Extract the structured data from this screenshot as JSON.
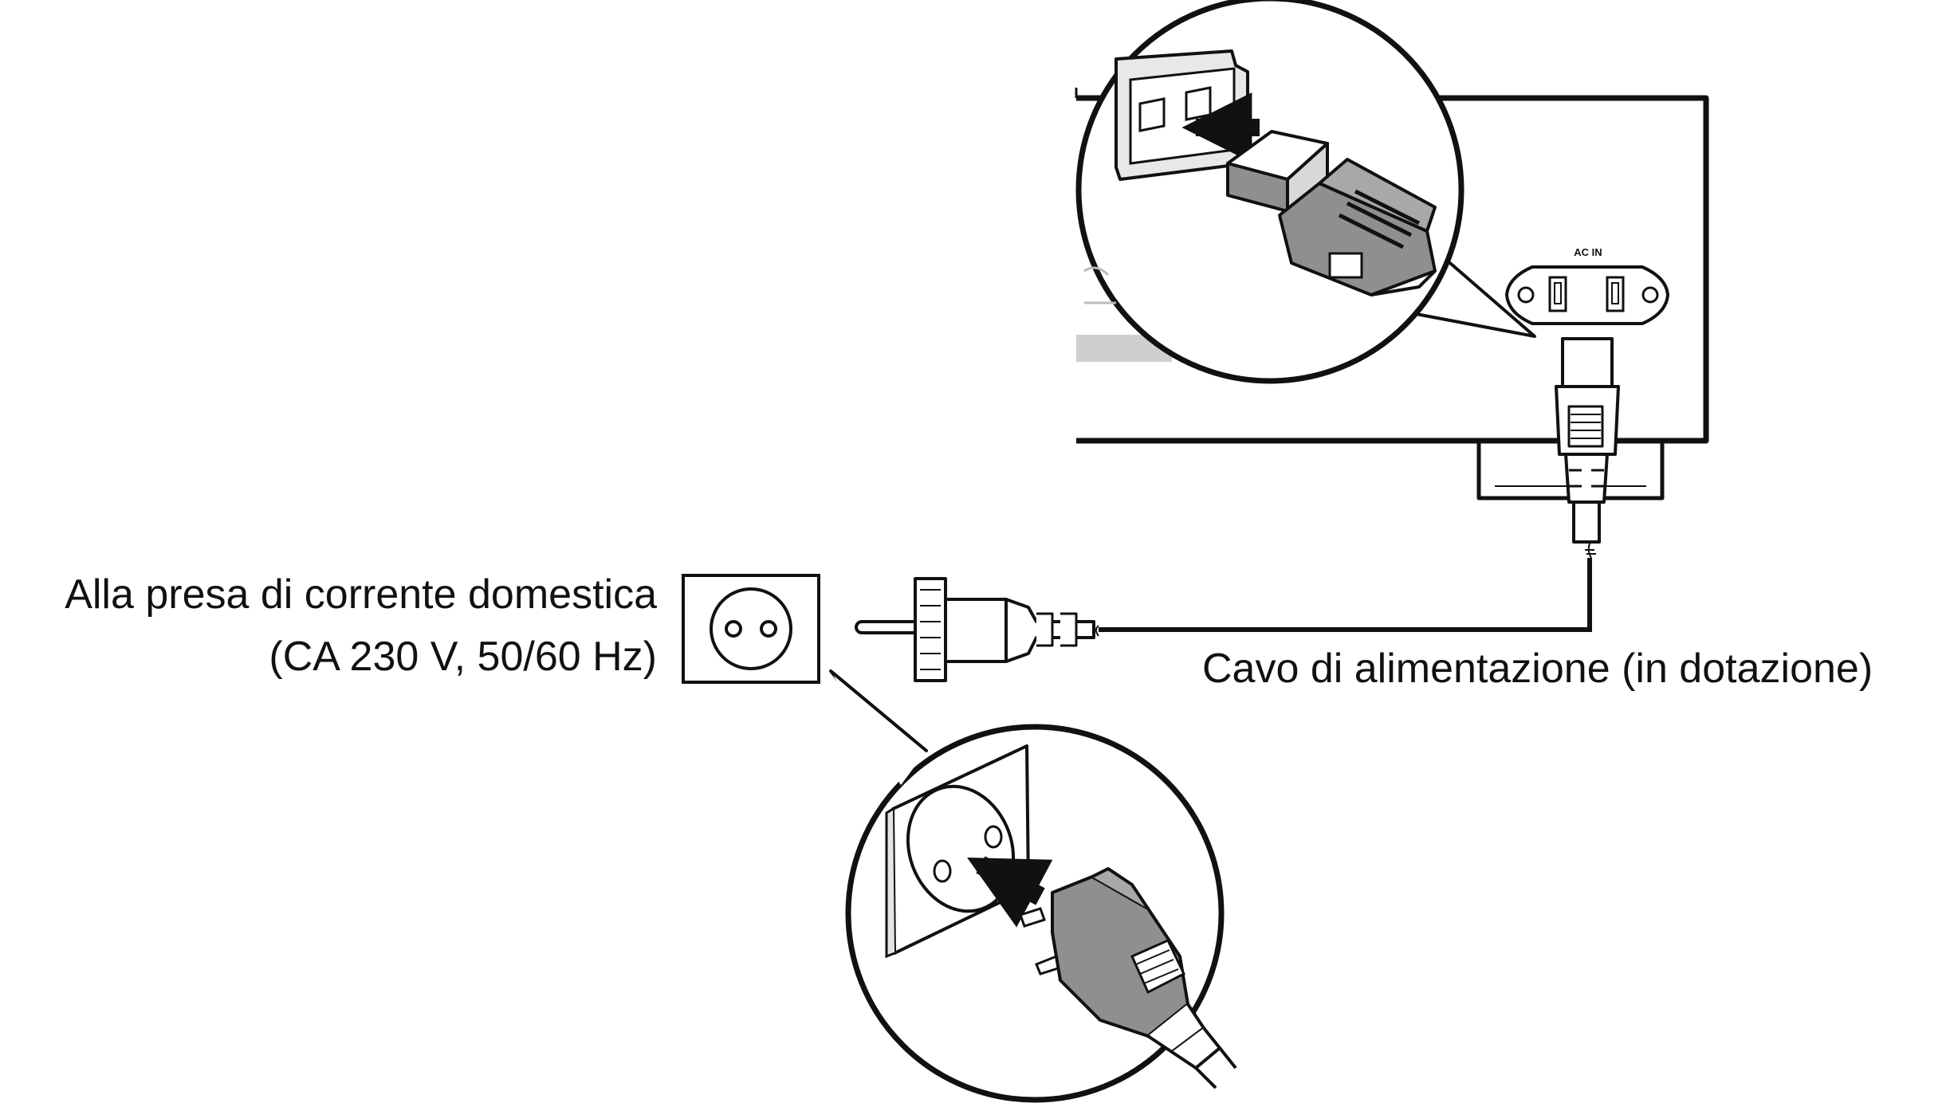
{
  "labels": {
    "outlet_line1": "Alla presa di corrente domestica",
    "outlet_line2": "(CA 230 V, 50/60 Hz)",
    "cable": "Cavo di alimentazione (in dotazione)",
    "ac_in": "AC IN"
  },
  "colors": {
    "line": "#111111",
    "plug_fill": "#8f8f8f",
    "panel_fill": "#e5e5e5"
  }
}
